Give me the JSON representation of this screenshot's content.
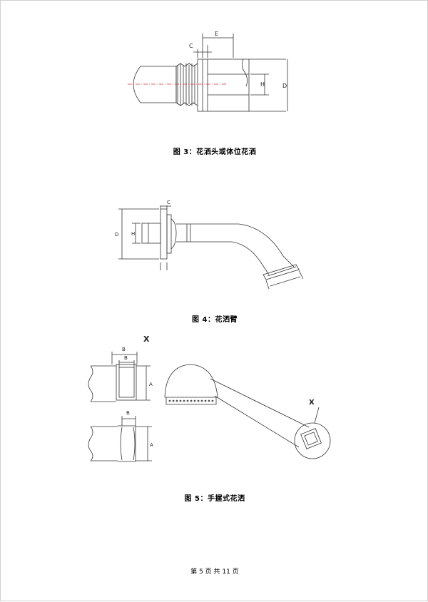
{
  "figures": [
    {
      "caption": "图 3：花洒头或体位花洒",
      "labels": {
        "E": "E",
        "C": "C",
        "H": "H",
        "D": "D"
      }
    },
    {
      "caption": "图 4：花洒臂",
      "labels": {
        "C": "C",
        "D": "D",
        "H": "H"
      }
    },
    {
      "caption": "图 5：手握式花洒",
      "labels": {
        "X": "X",
        "B": "B",
        "A": "A"
      }
    }
  ],
  "footer": "第 5 页 共 11 页"
}
